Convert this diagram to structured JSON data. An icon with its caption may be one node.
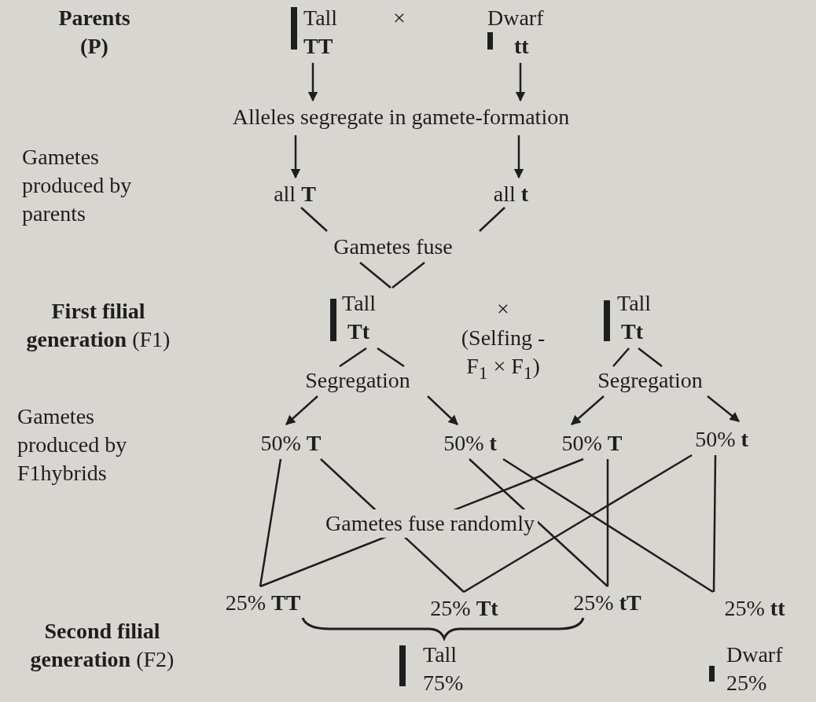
{
  "diagram": {
    "nodes": [
      {
        "text": [
          "Tall",
          "**TT**"
        ]
      },
      {
        "text": [
          "Dwarf",
          "**tt**"
        ]
      },
      {
        "text": [
          "Alleles segregate in gamete-formation"
        ]
      },
      {
        "text": [
          "all **T**"
        ]
      },
      {
        "text": [
          "all **t**"
        ]
      },
      {
        "text": [
          "Gametes fuse"
        ]
      },
      {
        "text": [
          "Tall",
          "**Tt**"
        ]
      },
      {
        "text": [
          "Tall",
          "**Tt**"
        ]
      },
      {
        "text": [
          "Segregation"
        ]
      },
      {
        "text": [
          "Segregation"
        ]
      },
      {
        "text": [
          "50% **T**"
        ]
      },
      {
        "text": [
          "50% **t**"
        ]
      },
      {
        "text": [
          "50% **T**"
        ]
      },
      {
        "text": [
          "50% **t**"
        ]
      },
      {
        "text": [
          "25% **TT**"
        ]
      },
      {
        "text": [
          "25% **Tt**"
        ]
      },
      {
        "text": [
          "25% **tT**"
        ]
      },
      {
        "text": [
          "25% **tt**"
        ]
      },
      {
        "text": [
          "Tall",
          "75%"
        ]
      },
      {
        "text": [
          "Dwarf",
          "25%"
        ]
      }
    ],
    "edges": [
      {
        "from": 0,
        "to": 2,
        "arrow": "to"
      },
      {
        "from": 1,
        "to": 2,
        "arrow": "to"
      },
      {
        "from": 2,
        "to": 3,
        "arrow": "to"
      },
      {
        "from": 2,
        "to": 4,
        "arrow": "to"
      },
      {
        "from": 3,
        "to": 5,
        "arrow": "none"
      },
      {
        "from": 4,
        "to": 5,
        "arrow": "none"
      },
      {
        "from": 5,
        "to": 6,
        "arrow": "none"
      },
      {
        "from": 5,
        "to": 6,
        "arrow": "none"
      },
      {
        "from": 6,
        "to": 8,
        "arrow": "none"
      },
      {
        "from": 6,
        "to": 8,
        "arrow": "none"
      },
      {
        "from": 7,
        "to": 9,
        "arrow": "none"
      },
      {
        "from": 7,
        "to": 9,
        "arrow": "none"
      },
      {
        "from": 8,
        "to": 10,
        "arrow": "to"
      },
      {
        "from": 8,
        "to": 11,
        "arrow": "to"
      },
      {
        "from": 9,
        "to": 12,
        "arrow": "to"
      },
      {
        "from": 9,
        "to": 13,
        "arrow": "to"
      },
      {
        "from": 10,
        "to": 14,
        "arrow": "none"
      },
      {
        "from": 10,
        "to": 15,
        "arrow": "none"
      },
      {
        "from": 11,
        "to": 16,
        "arrow": "none"
      },
      {
        "from": 11,
        "to": 17,
        "arrow": "none"
      },
      {
        "from": 12,
        "to": 14,
        "arrow": "none"
      },
      {
        "from": 12,
        "to": 16,
        "arrow": "none"
      },
      {
        "from": 13,
        "to": 15,
        "arrow": "none"
      },
      {
        "from": 13,
        "to": 17,
        "arrow": "none"
      }
    ],
    "labels": [
      "Parents (P)",
      "×",
      "Gametes produced by parents",
      "**First filial generation** (F1)",
      "×",
      "(Selfing - F$_{1}$ × F$_{1}$)",
      "Gametes produced by F1hybrids",
      "Gametes fuse randomly",
      "**Second filial generation** (F2)"
    ]
  }
}
